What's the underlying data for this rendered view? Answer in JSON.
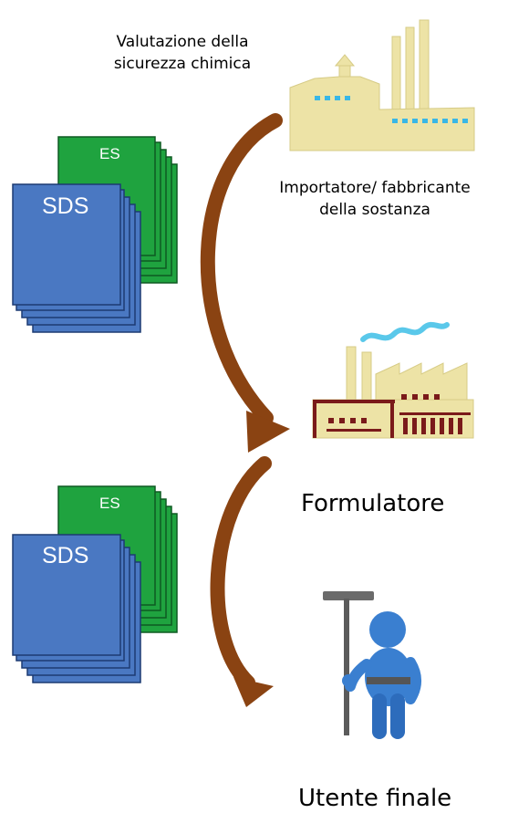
{
  "top_note": {
    "line1": "Valutazione della",
    "line2": "sicurezza chimica"
  },
  "actors": {
    "importer": {
      "line1": "Importatore/ fabbricante",
      "line2": "della sostanza"
    },
    "formulator": {
      "label": "Formulatore"
    },
    "end_user": {
      "label": "Utente finale"
    }
  },
  "docs": {
    "es_label": "ES",
    "sds_label": "SDS"
  },
  "colors": {
    "factory": "#ede3a6",
    "factory_dark": "#7a1a1a",
    "window": "#39b7e6",
    "arrow": "#8a4312",
    "es_green": "#1fa33f",
    "sds_blue": "#4a78c2",
    "person": "#3a7fd0"
  },
  "icons": [
    "factory-icon",
    "factory-icon",
    "person-icon"
  ]
}
